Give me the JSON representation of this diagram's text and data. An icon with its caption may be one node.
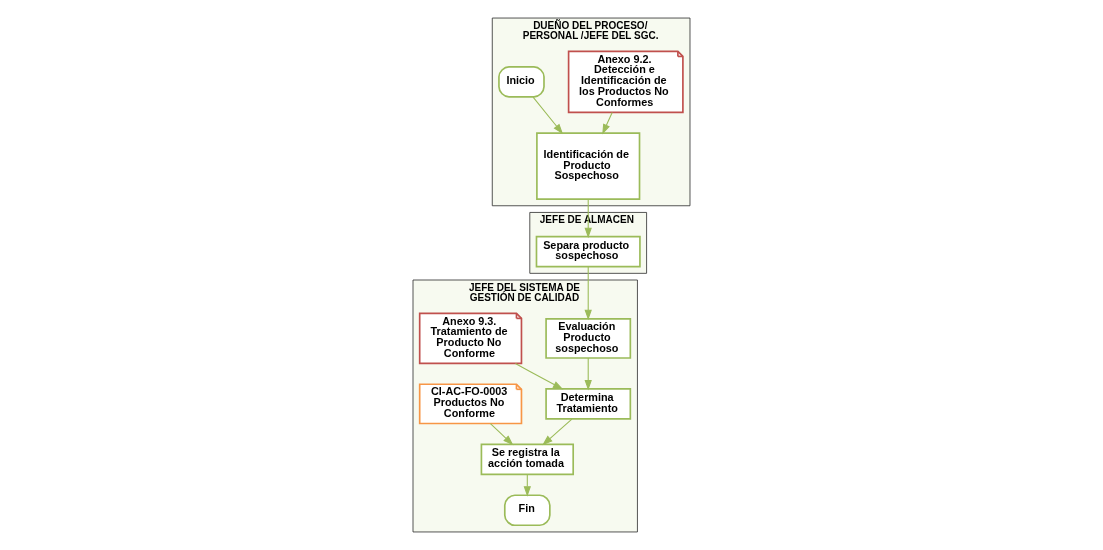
{
  "diagram": {
    "nodes": [
      {
        "text": [
          "DUEÑO DEL PROCESO/ PERSONAL /JEFE DEL SGC."
        ]
      },
      {
        "text": [
          "JEFE DE ALMACEN"
        ]
      },
      {
        "text": [
          "JEFE DEL SISTEMA DE GESTIÓN DE CALIDAD"
        ]
      },
      {
        "text": [
          "Anexo 9.2. Detección e Identificación de los Productos No Conformes"
        ],
        "in": 0
      },
      {
        "text": [
          "Inicio"
        ],
        "in": 0
      },
      {
        "text": [
          "Identificación de Producto Sospechoso"
        ],
        "in": 0
      },
      {
        "text": [
          "Separa producto sospechoso"
        ],
        "in": 1
      },
      {
        "text": [
          "Evaluación Producto sospechoso"
        ],
        "in": 2
      },
      {
        "text": [
          "Anexo 9.3. Tratamiento de Producto No Conforme"
        ],
        "in": 2
      },
      {
        "text": [
          "Determina Tratamiento"
        ],
        "in": 2
      },
      {
        "text": [
          "CI-AC-FO-0003 Productos No Conforme"
        ],
        "in": 2
      },
      {
        "text": [
          "Se registra la acción tomada"
        ],
        "in": 2
      },
      {
        "text": [
          "Fin"
        ],
        "in": 2
      }
    ],
    "edges": [
      {
        "from": 3,
        "to": 5,
        "arrow": "to"
      },
      {
        "from": 4,
        "to": 5,
        "arrow": "to"
      },
      {
        "from": 5,
        "to": 6,
        "arrow": "to"
      },
      {
        "from": 6,
        "to": 7,
        "arrow": "to"
      },
      {
        "from": 7,
        "to": 9,
        "arrow": "to"
      },
      {
        "from": 8,
        "to": 9,
        "arrow": "to"
      },
      {
        "from": 9,
        "to": 11,
        "arrow": "to"
      },
      {
        "from": 10,
        "to": 11,
        "arrow": "to"
      },
      {
        "from": 11,
        "to": 12,
        "arrow": "to"
      }
    ]
  }
}
